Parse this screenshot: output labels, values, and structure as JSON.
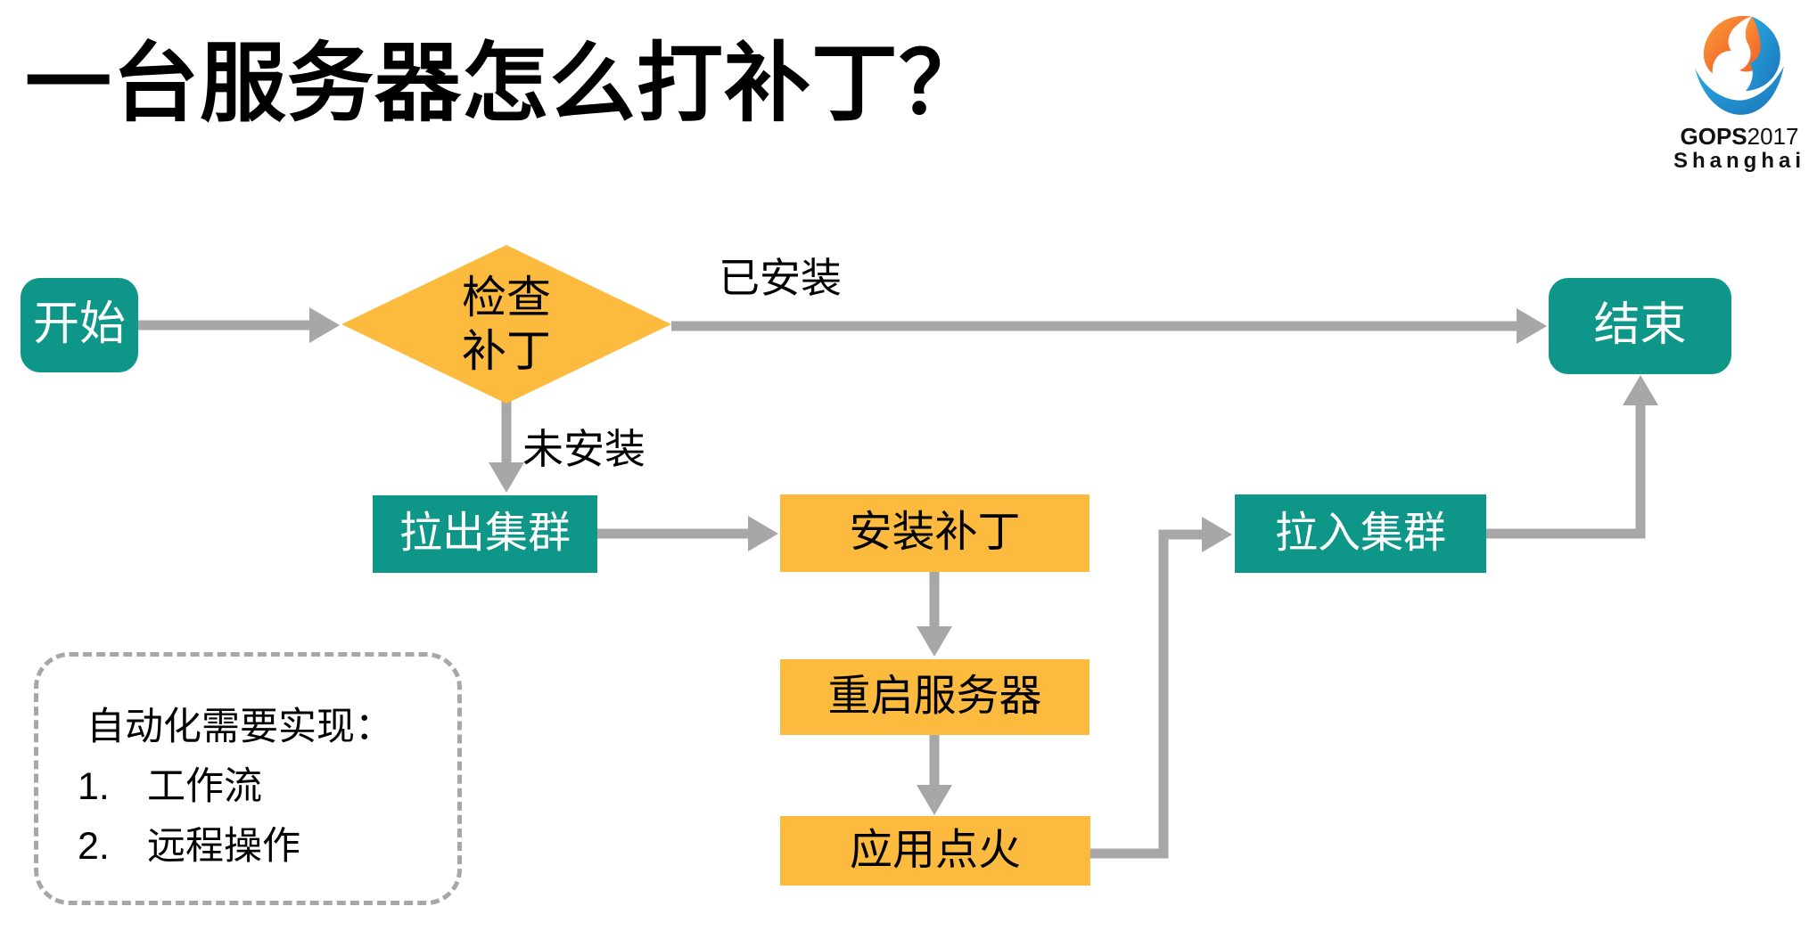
{
  "title": "一台服务器怎么打补丁？",
  "logo": {
    "gops_bold": "GOPS",
    "gops_year": "2017",
    "city": "Shanghai"
  },
  "colors": {
    "teal": "#0E9688",
    "orange": "#FCBA3F",
    "arrow": "#A7A7A7",
    "logo-orange": "#F04E23",
    "logo-orange-light": "#F9A13A",
    "logo-blue": "#29ABE2",
    "logo-blue-dark": "#1B75BB"
  },
  "flowchart": {
    "nodes": {
      "start": {
        "label": "开始"
      },
      "check": {
        "lines": [
          "检查",
          "补丁"
        ]
      },
      "pull_out": {
        "label": "拉出集群"
      },
      "install": {
        "label": "安装补丁"
      },
      "restart": {
        "label": "重启服务器"
      },
      "ignite": {
        "label": "应用点火"
      },
      "pull_in": {
        "label": "拉入集群"
      },
      "end": {
        "label": "结束"
      }
    },
    "edge_labels": {
      "installed": "已安装",
      "not_installed": "未安装"
    },
    "edges": [
      {
        "from": "start",
        "to": "check",
        "label": ""
      },
      {
        "from": "check",
        "to": "end",
        "label": "已安装"
      },
      {
        "from": "check",
        "to": "pull_out",
        "label": "未安装"
      },
      {
        "from": "pull_out",
        "to": "install",
        "label": ""
      },
      {
        "from": "install",
        "to": "restart",
        "label": ""
      },
      {
        "from": "restart",
        "to": "ignite",
        "label": ""
      },
      {
        "from": "ignite",
        "to": "pull_in",
        "label": ""
      },
      {
        "from": "pull_in",
        "to": "end",
        "label": ""
      }
    ]
  },
  "note_box": {
    "heading": "自动化需要实现：",
    "items": [
      {
        "num": "1.",
        "text": "工作流"
      },
      {
        "num": "2.",
        "text": "远程操作"
      }
    ]
  }
}
